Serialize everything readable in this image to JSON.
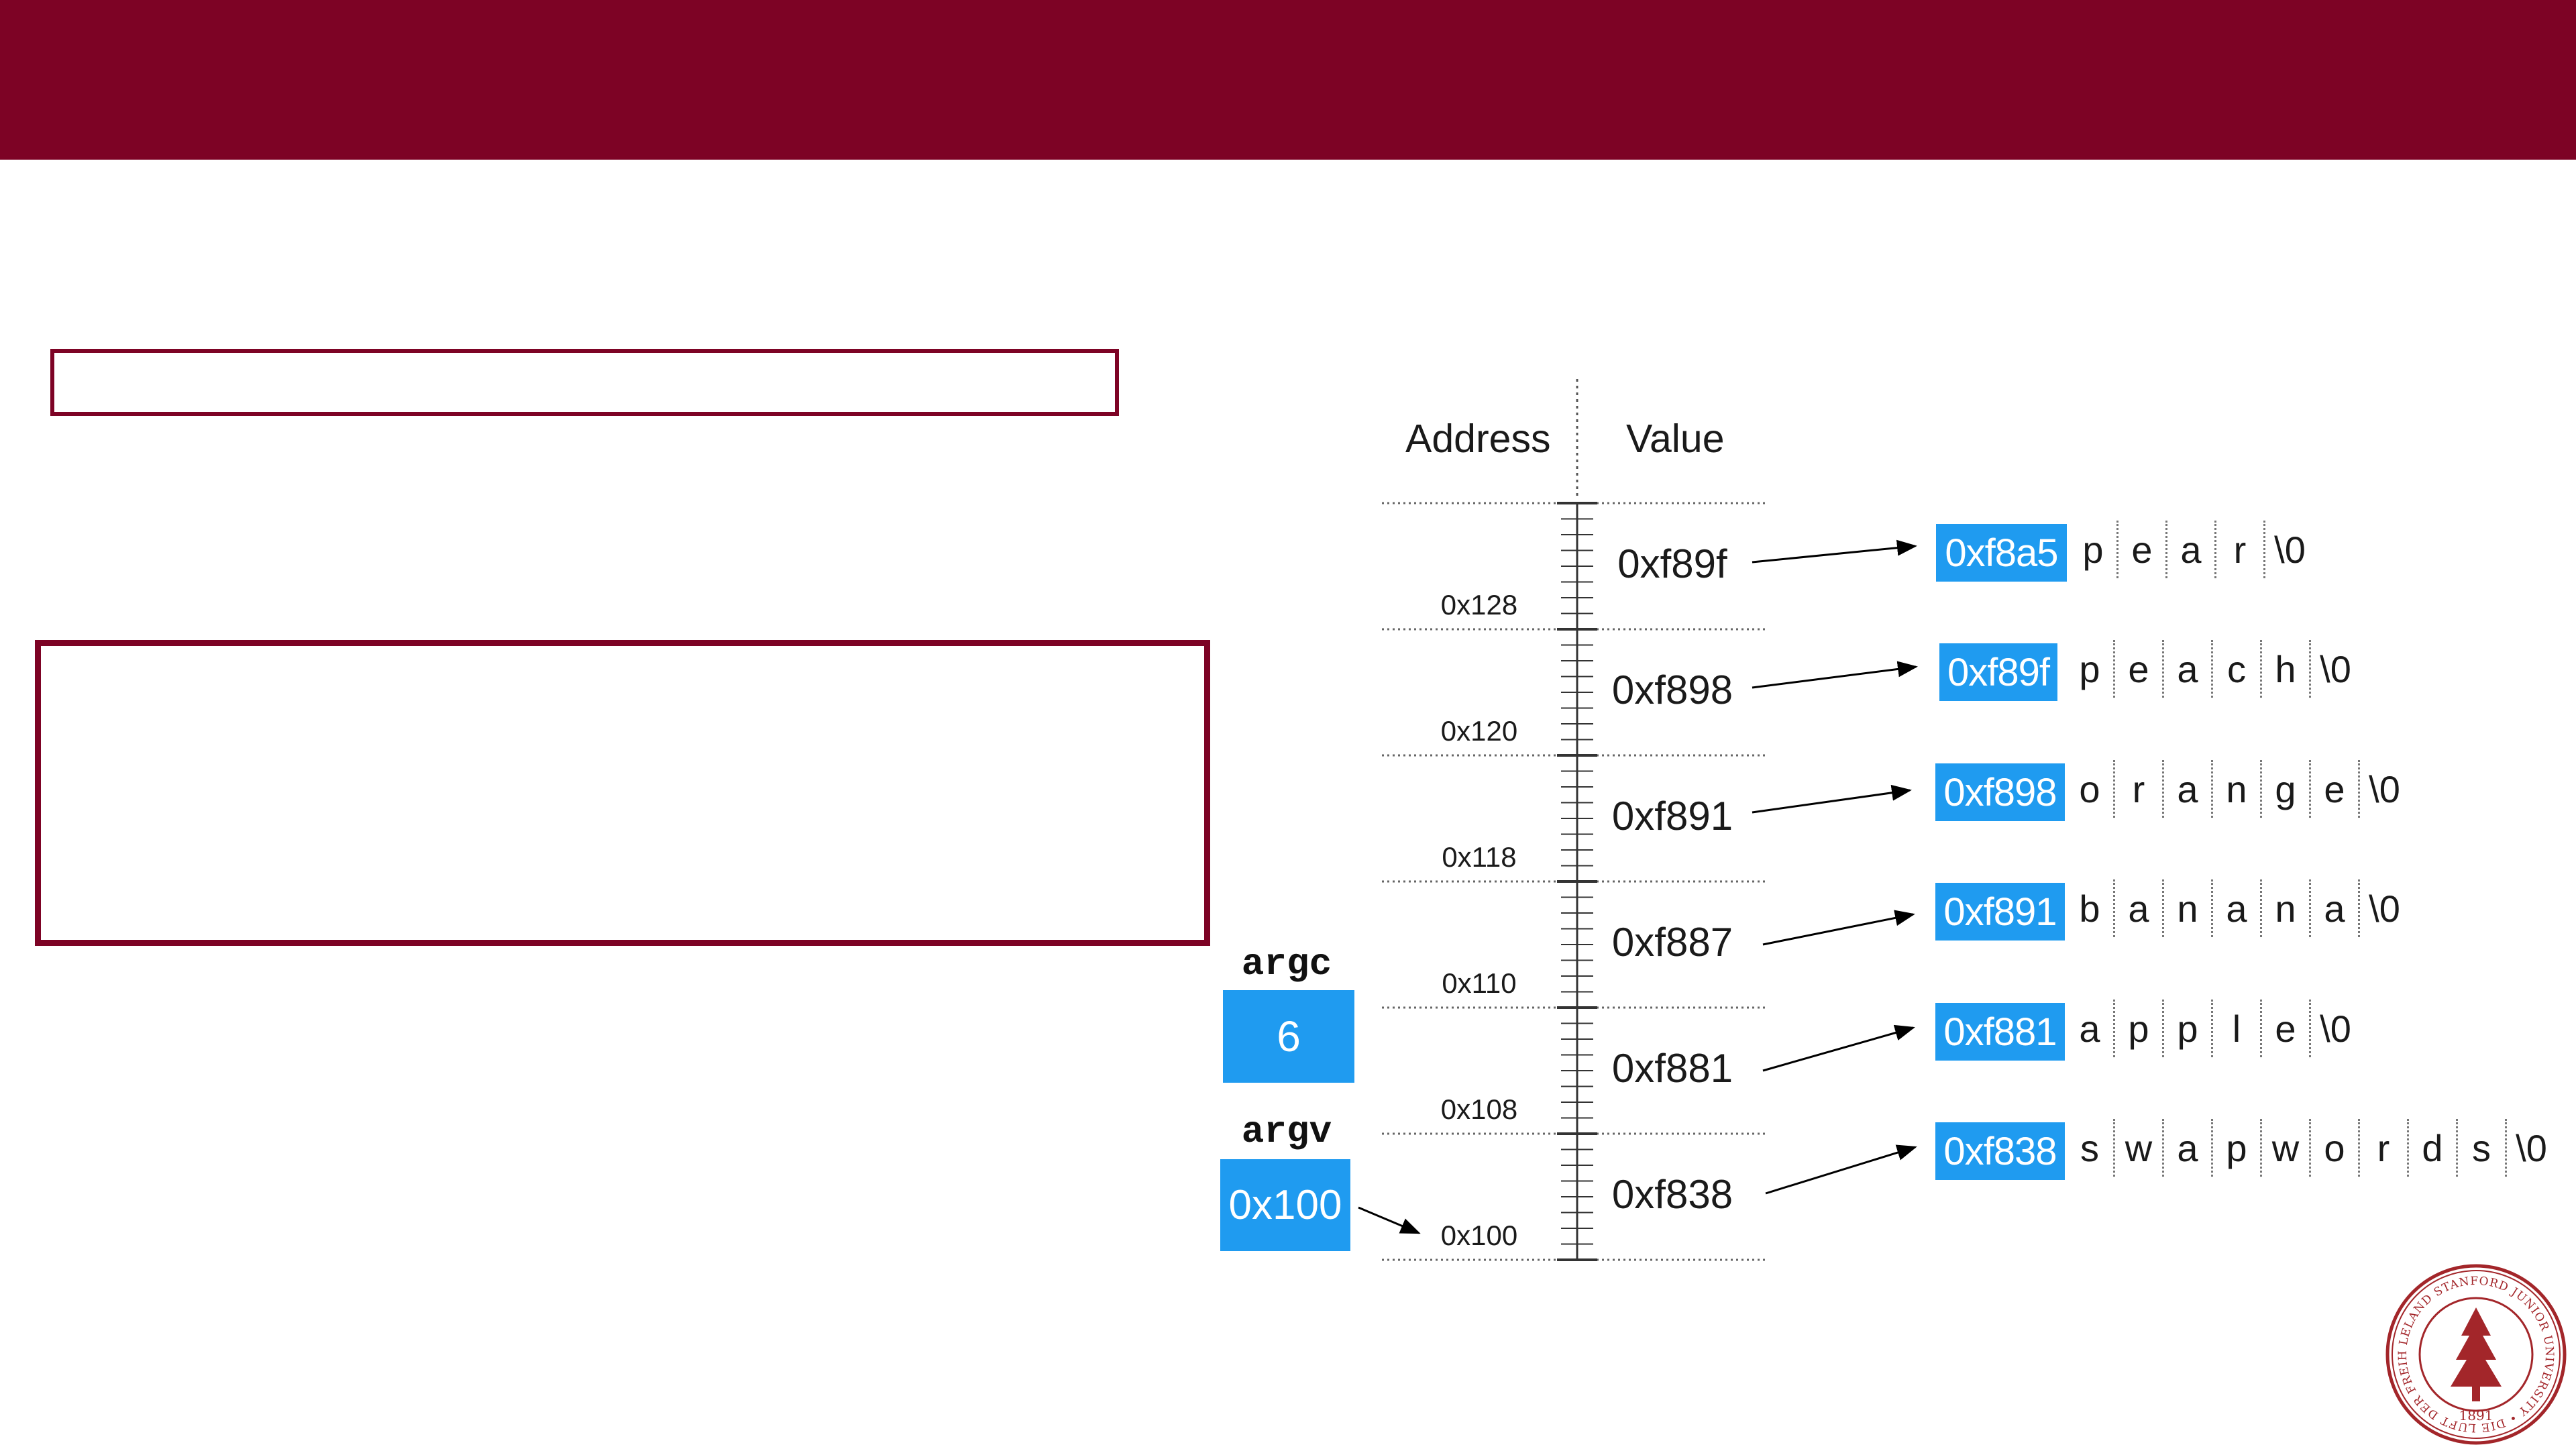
{
  "header": {
    "address": "Address",
    "value": "Value"
  },
  "argc": {
    "name": "argc",
    "value": "6"
  },
  "argv": {
    "name": "argv",
    "value": "0x100"
  },
  "slots": [
    {
      "address": "0x128",
      "value": "0xf89f"
    },
    {
      "address": "0x120",
      "value": "0xf898"
    },
    {
      "address": "0x118",
      "value": "0xf891"
    },
    {
      "address": "0x110",
      "value": "0xf887"
    },
    {
      "address": "0x108",
      "value": "0xf881"
    },
    {
      "address": "0x100",
      "value": "0xf838"
    }
  ],
  "strings": [
    {
      "address": "0xf8a5",
      "chars": [
        "p",
        "e",
        "a",
        "r",
        "\\0"
      ]
    },
    {
      "address": "0xf89f",
      "chars": [
        "p",
        "e",
        "a",
        "c",
        "h",
        "\\0"
      ]
    },
    {
      "address": "0xf898",
      "chars": [
        "o",
        "r",
        "a",
        "n",
        "g",
        "e",
        "\\0"
      ]
    },
    {
      "address": "0xf891",
      "chars": [
        "b",
        "a",
        "n",
        "a",
        "n",
        "a",
        "\\0"
      ]
    },
    {
      "address": "0xf881",
      "chars": [
        "a",
        "p",
        "p",
        "l",
        "e",
        "\\0"
      ]
    },
    {
      "address": "0xf838",
      "chars": [
        "s",
        "w",
        "a",
        "p",
        "w",
        "o",
        "r",
        "d",
        "s",
        "\\0"
      ]
    }
  ],
  "seal": {
    "text": "LELAND STANFORD JUNIOR UNIVERSITY",
    "motto": "DIE LUFT DER FREIHEIT WEHT",
    "year": "1891"
  },
  "colors": {
    "brand": "#7d0325",
    "highlight": "#1f9bf0"
  }
}
